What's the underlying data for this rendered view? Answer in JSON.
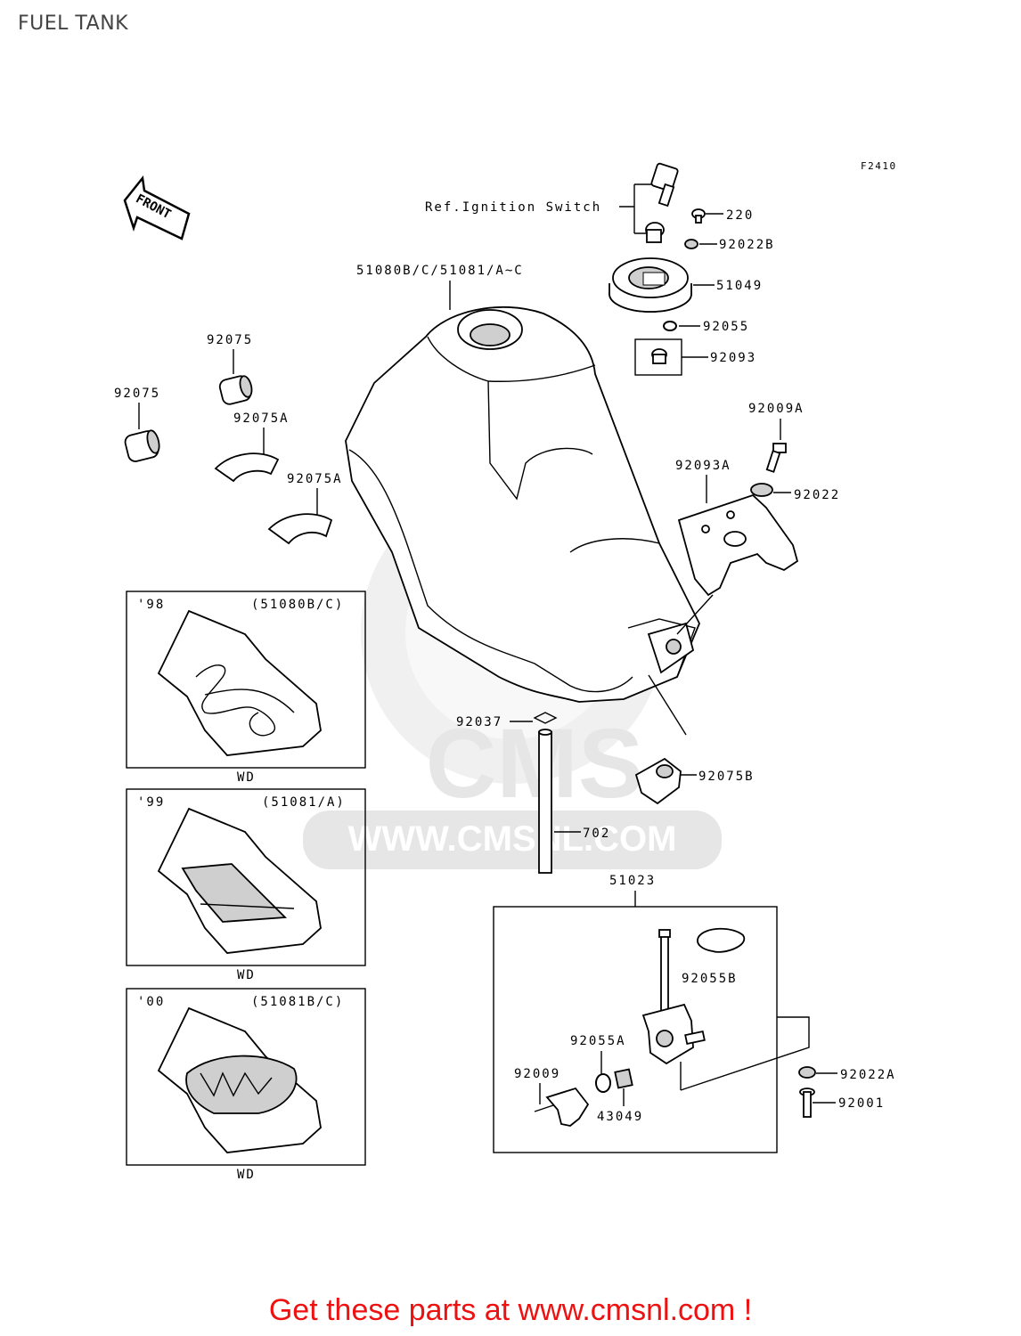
{
  "page": {
    "title": "FUEL TANK"
  },
  "diagram": {
    "figure_code": "F2410",
    "front_label": "FRONT",
    "ref_label": "Ref.Ignition Switch",
    "labels": {
      "p220": "220",
      "p92022B": "92022B",
      "p51049": "51049",
      "p92055": "92055",
      "p92093": "92093",
      "p51080": "51080B/C/51081/A~C",
      "p92075_top": "92075",
      "p92075_left": "92075",
      "p92075A_1": "92075A",
      "p92075A_2": "92075A",
      "p92009A": "92009A",
      "p92093A": "92093A",
      "p92022": "92022",
      "p92037": "92037",
      "p92075B": "92075B",
      "p702": "702",
      "p51023": "51023",
      "p92055B": "92055B",
      "p92055A": "92055A",
      "p92009": "92009",
      "p43049": "43049",
      "p92022A": "92022A",
      "p92001": "92001"
    },
    "variants": [
      {
        "year": "'98",
        "parts": "(51080B/C)",
        "color": "WD"
      },
      {
        "year": "'99",
        "parts": "(51081/A)",
        "color": "WD"
      },
      {
        "year": "'00",
        "parts": "(51081B/C)",
        "color": "WD"
      }
    ],
    "watermark": "WWW.CMSNL.COM",
    "watermark_logo": "CMS"
  },
  "footer": {
    "text": "Get these parts at www.cmsnl.com !",
    "color": "#e11111"
  }
}
